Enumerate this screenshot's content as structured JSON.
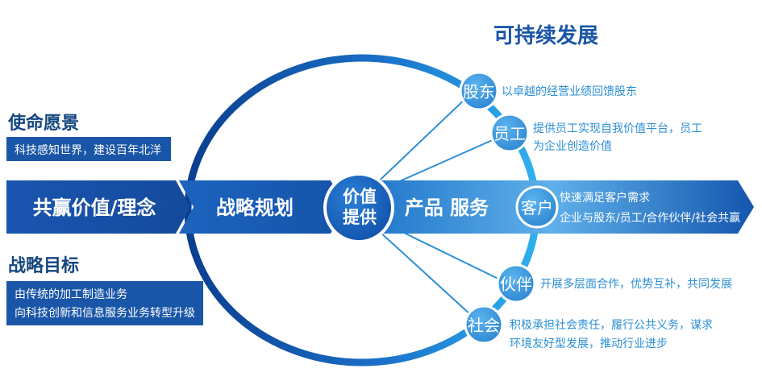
{
  "header": {
    "title": "可持续发展"
  },
  "left": {
    "mission": {
      "title": "使命愿景",
      "text": "科技感知世界，建设百年北洋"
    },
    "goal": {
      "title": "战略目标",
      "lines": [
        "由传统的加工制造业务",
        "向科技创新和信息服务业务转型升级"
      ]
    }
  },
  "flow": {
    "segment1": "共赢价值/理念",
    "segment2": "战略规划",
    "center_lines": [
      "价值",
      "提供"
    ],
    "segment3": "产品 服务"
  },
  "stakeholders": [
    {
      "name": "股东",
      "lines": [
        "以卓越的经营业绩回馈股东"
      ]
    },
    {
      "name": "员工",
      "lines": [
        "提供员工实现自我价值平台，员工",
        "为企业创造价值"
      ]
    },
    {
      "name": "客户",
      "lines": [
        "快速满足客户需求",
        "企业与股东/员工/合作伙伴/社会共赢"
      ]
    },
    {
      "name": "伙伴",
      "lines": [
        "开展多层面合作，优势互补，共同发展"
      ]
    },
    {
      "name": "社会",
      "lines": [
        "积极承担社会责任，履行公共义务，谋求",
        "环境友好型发展，推动行业进步"
      ]
    }
  ],
  "colors": {
    "primary": "#1a56a8",
    "accent": "#2c8fd6",
    "light": "#4aa6e8"
  }
}
